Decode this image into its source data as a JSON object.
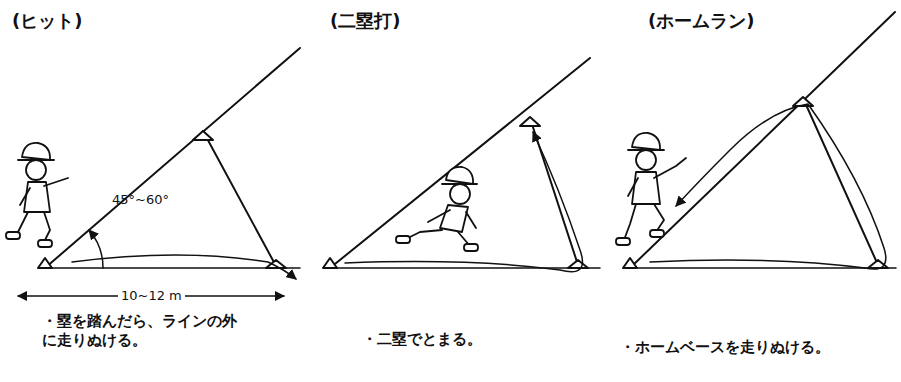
{
  "diagram": {
    "labels": [
      "(ヒット)",
      "(二塁打)",
      "(ホームラン)",
      "45°~60°",
      "10~12 m",
      "・塁を踏んだら、ラインの外に走りぬける。",
      "・二塁でとまる。",
      "・ホームベースを走りぬける。"
    ]
  }
}
